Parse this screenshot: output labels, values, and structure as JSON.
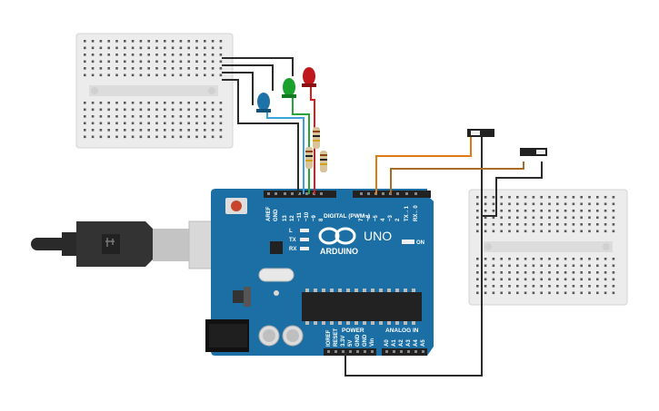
{
  "board": {
    "brand": "ARDUINO",
    "model": "UNO",
    "digital_header": "DIGITAL (PWM~)",
    "power_header": "POWER",
    "analog_header": "ANALOG IN",
    "on_label": "ON",
    "led_labels": [
      "L",
      "TX",
      "RX"
    ],
    "top_pins": [
      "AREF",
      "GND",
      "13",
      "12",
      "~11",
      "~10",
      "~9",
      "8",
      "7",
      "~6",
      "~5",
      "4",
      "~3",
      "2",
      "TX→1",
      "RX←0"
    ],
    "power_pins": [
      "IOREF",
      "RESET",
      "3.3V",
      "5V",
      "GND",
      "GND",
      "Vin"
    ],
    "analog_pins": [
      "A0",
      "A1",
      "A2",
      "A3",
      "A4",
      "A5"
    ]
  },
  "components": {
    "leds": [
      {
        "name": "red-led",
        "color": "#c0171c"
      },
      {
        "name": "green-led",
        "color": "#1aa12c"
      },
      {
        "name": "blue-led",
        "color": "#1d73a8"
      }
    ],
    "resistor_count": 3,
    "switch_count": 2,
    "breadboard_count": 2
  },
  "colors": {
    "board": "#1c6fa5",
    "breadboard": "#ececec",
    "wire_black": "#2b2b2b",
    "wire_red": "#d6201b",
    "wire_green": "#24a83a",
    "wire_blue": "#3aa2dc",
    "wire_orange": "#e07b12",
    "wire_brown": "#a86c22"
  }
}
